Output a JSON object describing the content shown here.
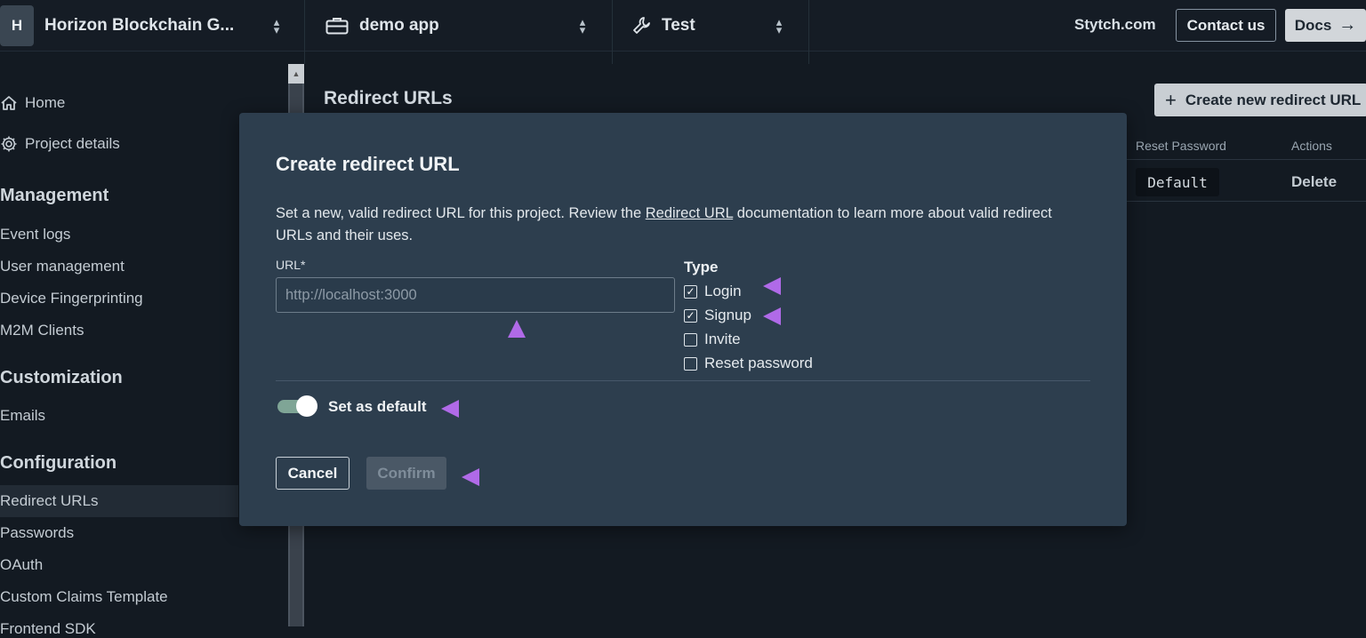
{
  "topbar": {
    "org_initial": "H",
    "org_name": "Horizon Blockchain G...",
    "project_name": "demo app",
    "environment": "Test",
    "stytch_link": "Stytch.com",
    "contact_label": "Contact us",
    "docs_label": "Docs"
  },
  "sidebar": {
    "home": "Home",
    "project_details": "Project details",
    "management_heading": "Management",
    "management_items": [
      "Event logs",
      "User management",
      "Device Fingerprinting",
      "M2M Clients"
    ],
    "customization_heading": "Customization",
    "customization_items": [
      "Emails"
    ],
    "configuration_heading": "Configuration",
    "configuration_items": [
      "Redirect URLs",
      "Passwords",
      "OAuth",
      "Custom Claims Template",
      "Frontend SDK"
    ],
    "active_item": "Redirect URLs"
  },
  "page": {
    "title": "Redirect URLs",
    "create_button": "Create new redirect URL",
    "table_headers": [
      "Reset Password",
      "Actions"
    ],
    "row": {
      "reset_password": "Default",
      "action": "Delete"
    }
  },
  "modal": {
    "title": "Create redirect URL",
    "description_prefix": "Set a new, valid redirect URL for this project. Review the ",
    "description_link": "Redirect URL",
    "description_suffix": " documentation to learn more about valid redirect URLs and their uses.",
    "url_label": "URL*",
    "url_placeholder": "http://localhost:3000",
    "url_value": "",
    "type_label": "Type",
    "types": [
      {
        "label": "Login",
        "checked": true
      },
      {
        "label": "Signup",
        "checked": true
      },
      {
        "label": "Invite",
        "checked": false
      },
      {
        "label": "Reset password",
        "checked": false
      }
    ],
    "default_toggle_label": "Set as default",
    "default_toggle_on": true,
    "cancel_label": "Cancel",
    "confirm_label": "Confirm",
    "confirm_disabled": true
  },
  "colors": {
    "annotation_arrow_start": "#3b3fc8",
    "annotation_arrow_end": "#b06ae8",
    "modal_bg": "#2d3e4e",
    "page_bg": "#131a22",
    "toggle_on": "#7fa596"
  }
}
